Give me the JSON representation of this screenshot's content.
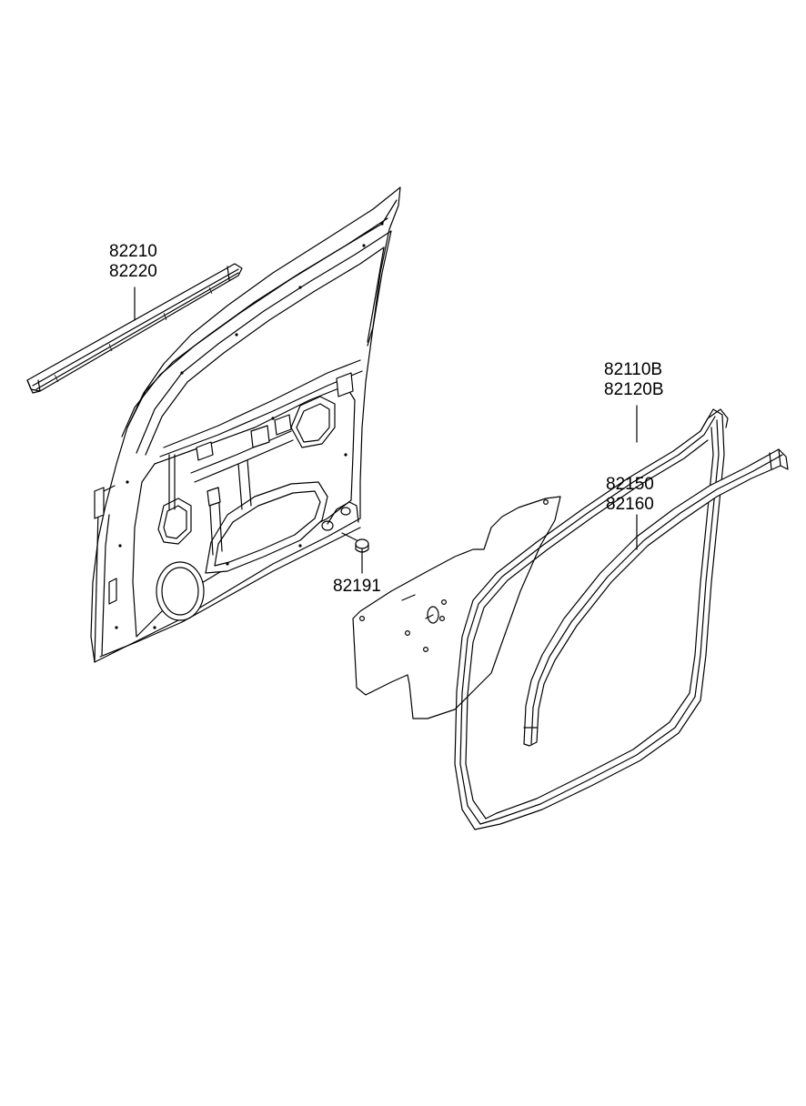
{
  "callouts": {
    "belt_molding": {
      "line1": "82210",
      "line2": "82220"
    },
    "weatherstrip": {
      "line1": "82110B",
      "line2": "82120B"
    },
    "glass_run": {
      "line1": "82150",
      "line2": "82160"
    },
    "plug": {
      "line1": "82191"
    }
  }
}
